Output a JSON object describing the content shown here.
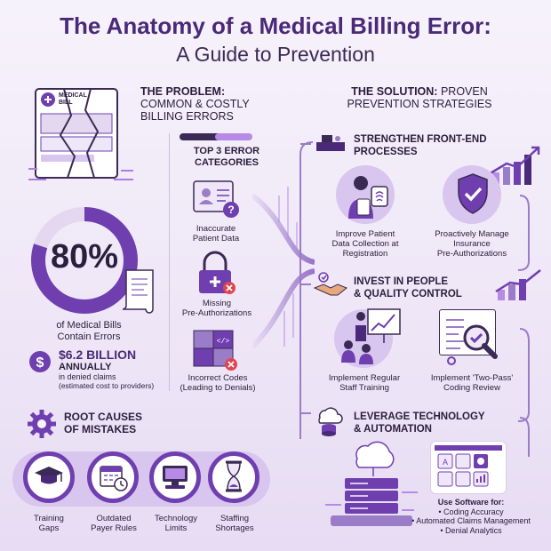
{
  "title": {
    "line1": "The Anatomy of a Medical Billing Error:",
    "line2": "A Guide to Prevention"
  },
  "problem": {
    "heading_bold": "THE PROBLEM:",
    "heading_rest1": "COMMON & COSTLY",
    "heading_rest2": "BILLING ERRORS",
    "bill_label_1": "MEDICAL",
    "bill_label_2": "BILL",
    "stat_percent": "80%",
    "stat_percent_value": 80,
    "stat_caption_1": "of Medical Bills",
    "stat_caption_2": "Contain Errors",
    "cost_amount": "$6.2 BILLION",
    "cost_period": "ANNUALLY",
    "cost_caption_1": "in denied claims",
    "cost_caption_2": "(estimated cost to providers)"
  },
  "categories": {
    "heading_1": "TOP 3 ERROR",
    "heading_2": "CATEGORIES",
    "items": [
      {
        "line1": "Inaccurate",
        "line2": "Patient Data",
        "icon": "patient-id-card-icon"
      },
      {
        "line1": "Missing",
        "line2": "Pre-Authorizations",
        "icon": "lock-medical-icon"
      },
      {
        "line1": "Incorrect Codes",
        "line2": "(Leading to Denials)",
        "icon": "code-puzzle-icon"
      }
    ]
  },
  "root_causes": {
    "heading_1": "ROOT CAUSES",
    "heading_2": "OF MISTAKES",
    "items": [
      {
        "line1": "Training",
        "line2": "Gaps",
        "icon": "graduation-cap-icon"
      },
      {
        "line1": "Outdated",
        "line2": "Payer Rules",
        "icon": "calendar-clock-icon"
      },
      {
        "line1": "Technology",
        "line2": "Limits",
        "icon": "computer-icon"
      },
      {
        "line1": "Staffing",
        "line2": "Shortages",
        "icon": "hourglass-icon"
      }
    ]
  },
  "solution": {
    "heading_bold": "THE SOLUTION:",
    "heading_rest1": "PROVEN",
    "heading_rest2": "PREVENTION STRATEGIES",
    "strategies": [
      {
        "title_1": "STRENGTHEN FRONT-END",
        "title_2": "PROCESSES",
        "icon": "front-desk-icon",
        "actions": [
          {
            "lines": [
              "Improve Patient",
              "Data Collection at",
              "Registration"
            ],
            "icon": "fingerprint-tablet-icon"
          },
          {
            "lines": [
              "Proactively Manage",
              "Insurance",
              "Pre-Authorizations"
            ],
            "icon": "shield-check-icon"
          }
        ]
      },
      {
        "title_1": "INVEST IN PEOPLE",
        "title_2": "& QUALITY CONTROL",
        "icon": "handshake-icon",
        "actions": [
          {
            "lines": [
              "Implement Regular",
              "Staff Training"
            ],
            "icon": "presentation-icon"
          },
          {
            "lines": [
              "Implement 'Two-Pass'",
              "Coding Review"
            ],
            "icon": "magnifier-review-icon"
          }
        ]
      },
      {
        "title_1": "LEVERAGE TECHNOLOGY",
        "title_2": "& AUTOMATION",
        "icon": "cloud-database-icon",
        "software_heading": "Use Software for:",
        "software_items": [
          "• Coding Accuracy",
          "• Automated Claims Management",
          "• Denial Analytics"
        ]
      }
    ]
  },
  "colors": {
    "primary": "#6f3fb0",
    "dark": "#4a2a78",
    "light": "#e3d8f0",
    "accent_red": "#e0464f"
  }
}
